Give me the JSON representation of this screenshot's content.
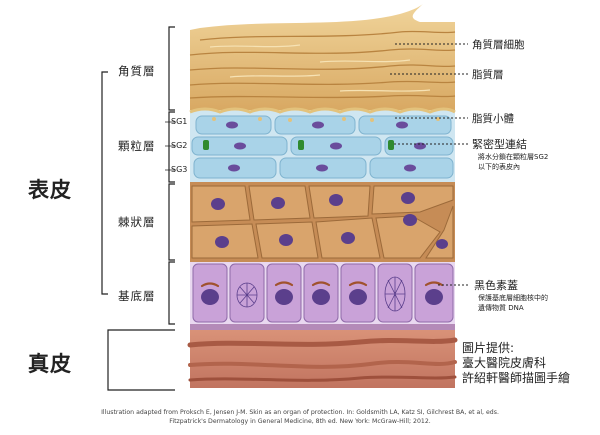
{
  "labels": {
    "epidermis": "表皮",
    "dermis": "真皮",
    "stratum_corneum": "角質層",
    "stratum_granulosum": "顆粒層",
    "stratum_spinosum": "棘狀層",
    "stratum_basale": "基底層",
    "sg1": "SG1",
    "sg2": "SG2",
    "sg3": "SG3"
  },
  "callouts": {
    "corneocyte": "角質層細胞",
    "lipid_layer": "脂質層",
    "lamellar_body": "脂質小體",
    "tight_junction": "緊密型連結",
    "tight_junction_note": "將水分鎖在顆粒層SG2\n以下的表皮內",
    "melanin_cap": "黑色素蓋",
    "melanin_cap_note": "保護基底層細胞核中的\n遺傳物質 DNA"
  },
  "credit": "圖片提供:\n臺大醫院皮膚科\n許紹軒醫師描圖手繪",
  "footer": {
    "line1": "Illustration adapted from Proksch E, Jensen J-M. Skin as an organ of protection. In: Goldsmith LA, Katz SI, Gilchrest BA, et al, eds.",
    "line2": "Fitzpatrick's Dermatology in General Medicine, 8th ed. New York: McGraw-Hill; 2012."
  },
  "colors": {
    "corneum": "#e2b878",
    "granular": "#a9d3e8",
    "spinous": "#d9a46c",
    "basal": "#c9a2d8",
    "nucleus": "#5b3f8c",
    "dermis": "#c77c64",
    "tight_junction": "#2f8a2f"
  }
}
